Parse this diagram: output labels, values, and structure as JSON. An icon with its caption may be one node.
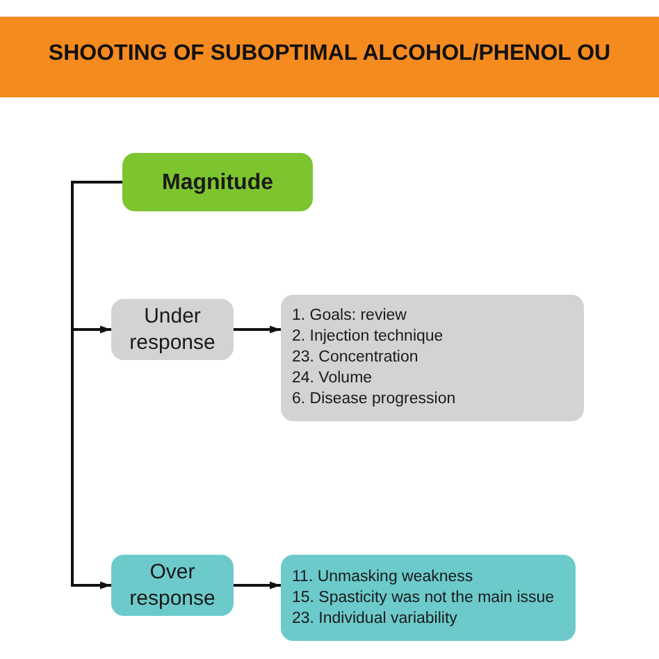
{
  "diagram": {
    "title": "SHOOTING OF SUBOPTIMAL ALCOHOL/PHENOL OU",
    "nodes": [
      {
        "text": [
          "Magnitude"
        ]
      },
      {
        "text": [
          "Under response"
        ]
      },
      {
        "text": [
          "1. Goals: review",
          "2. Injection technique",
          "23. Concentration",
          "24. Volume",
          "6. Disease progression"
        ]
      },
      {
        "text": [
          "Over response"
        ]
      },
      {
        "text": [
          "11. Unmasking weakness",
          "15. Spasticity was not the main issue",
          "23. Individual variability"
        ]
      }
    ],
    "edges": [
      {
        "from": 0,
        "to": 1,
        "arrow": "to"
      },
      {
        "from": 1,
        "to": 2,
        "arrow": "to"
      },
      {
        "from": 0,
        "to": 3,
        "arrow": "to"
      },
      {
        "from": 3,
        "to": 4,
        "arrow": "to"
      }
    ]
  }
}
